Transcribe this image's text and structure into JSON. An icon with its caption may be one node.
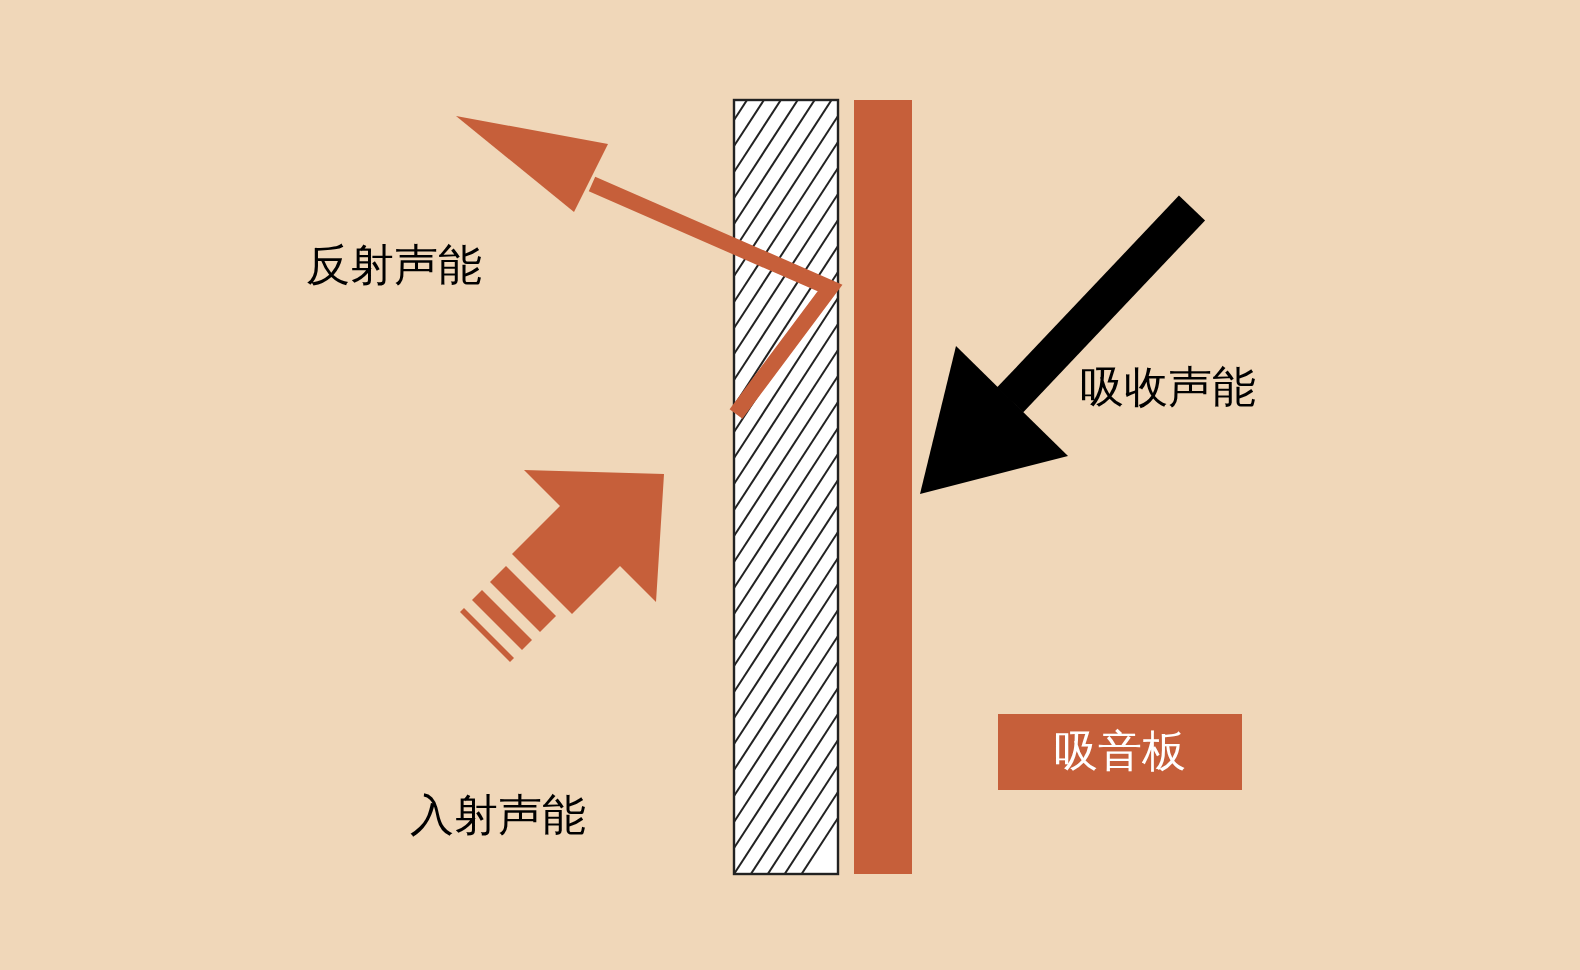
{
  "diagram": {
    "nodes": [
      {
        "text": [
          "吸音板"
        ]
      }
    ],
    "labels": [
      "反射声能",
      "吸收声能",
      "入射声能"
    ]
  }
}
